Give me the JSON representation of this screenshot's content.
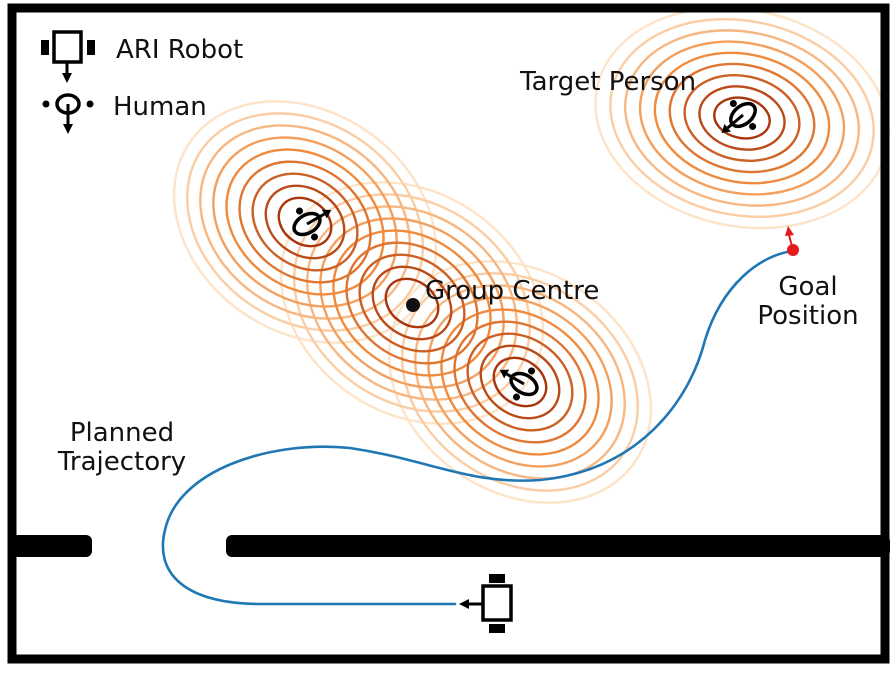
{
  "legend": {
    "robot_label": "ARI Robot",
    "human_label": "Human",
    "robot_icon": "robot-top-view-icon",
    "human_icon": "human-top-view-icon"
  },
  "labels": {
    "target_person": "Target Person",
    "group_centre": "Group Centre",
    "goal_line1": "Goal",
    "goal_line2": "Position",
    "trajectory_line1": "Planned",
    "trajectory_line2": "Trajectory"
  },
  "colors": {
    "wall": "#000000",
    "trajectory": "#1f77b4",
    "goal": "#e41a1c",
    "contour_light": "#fde3c8",
    "contour_mid": "#f08a3c",
    "contour_dark": "#a8350c"
  }
}
